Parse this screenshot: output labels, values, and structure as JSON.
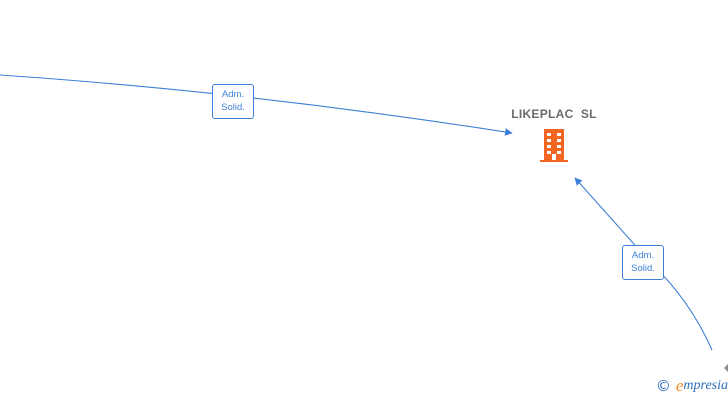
{
  "company": {
    "name": "LIKEPLAC  SL",
    "icon": "building-icon",
    "icon_color": "#f26522"
  },
  "edges": [
    {
      "label_line1": "Adm.",
      "label_line2": "Solid.",
      "target": "LIKEPLAC  SL"
    },
    {
      "label_line1": "Adm.",
      "label_line2": "Solid.",
      "target": "LIKEPLAC  SL"
    }
  ],
  "colors": {
    "edge": "#3d7fd6",
    "company_text": "#6b6b6b"
  },
  "brand": {
    "copyright": "©",
    "initial": "e",
    "rest": "mpresia"
  }
}
